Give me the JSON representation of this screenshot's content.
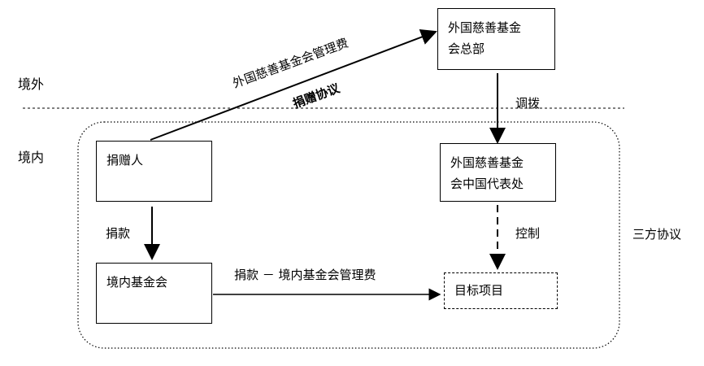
{
  "regions": {
    "outside": "境外",
    "inside": "境内"
  },
  "nodes": {
    "donor": "捐赠人",
    "domestic_foundation": "境内基金会",
    "foreign_hq": "外国慈善基金\n会总部",
    "foreign_rep": "外国慈善基金\n会中国代表处",
    "target_project": "目标项目"
  },
  "edges": {
    "donation": "捐款",
    "donation_minus_fee": "捐款 － 境内基金会管理费",
    "allocation": "调拨",
    "control": "控制",
    "fee": "外国慈善基金会管理费",
    "donation_agreement": "捐赠协议"
  },
  "annotations": {
    "tripartite": "三方协议"
  }
}
